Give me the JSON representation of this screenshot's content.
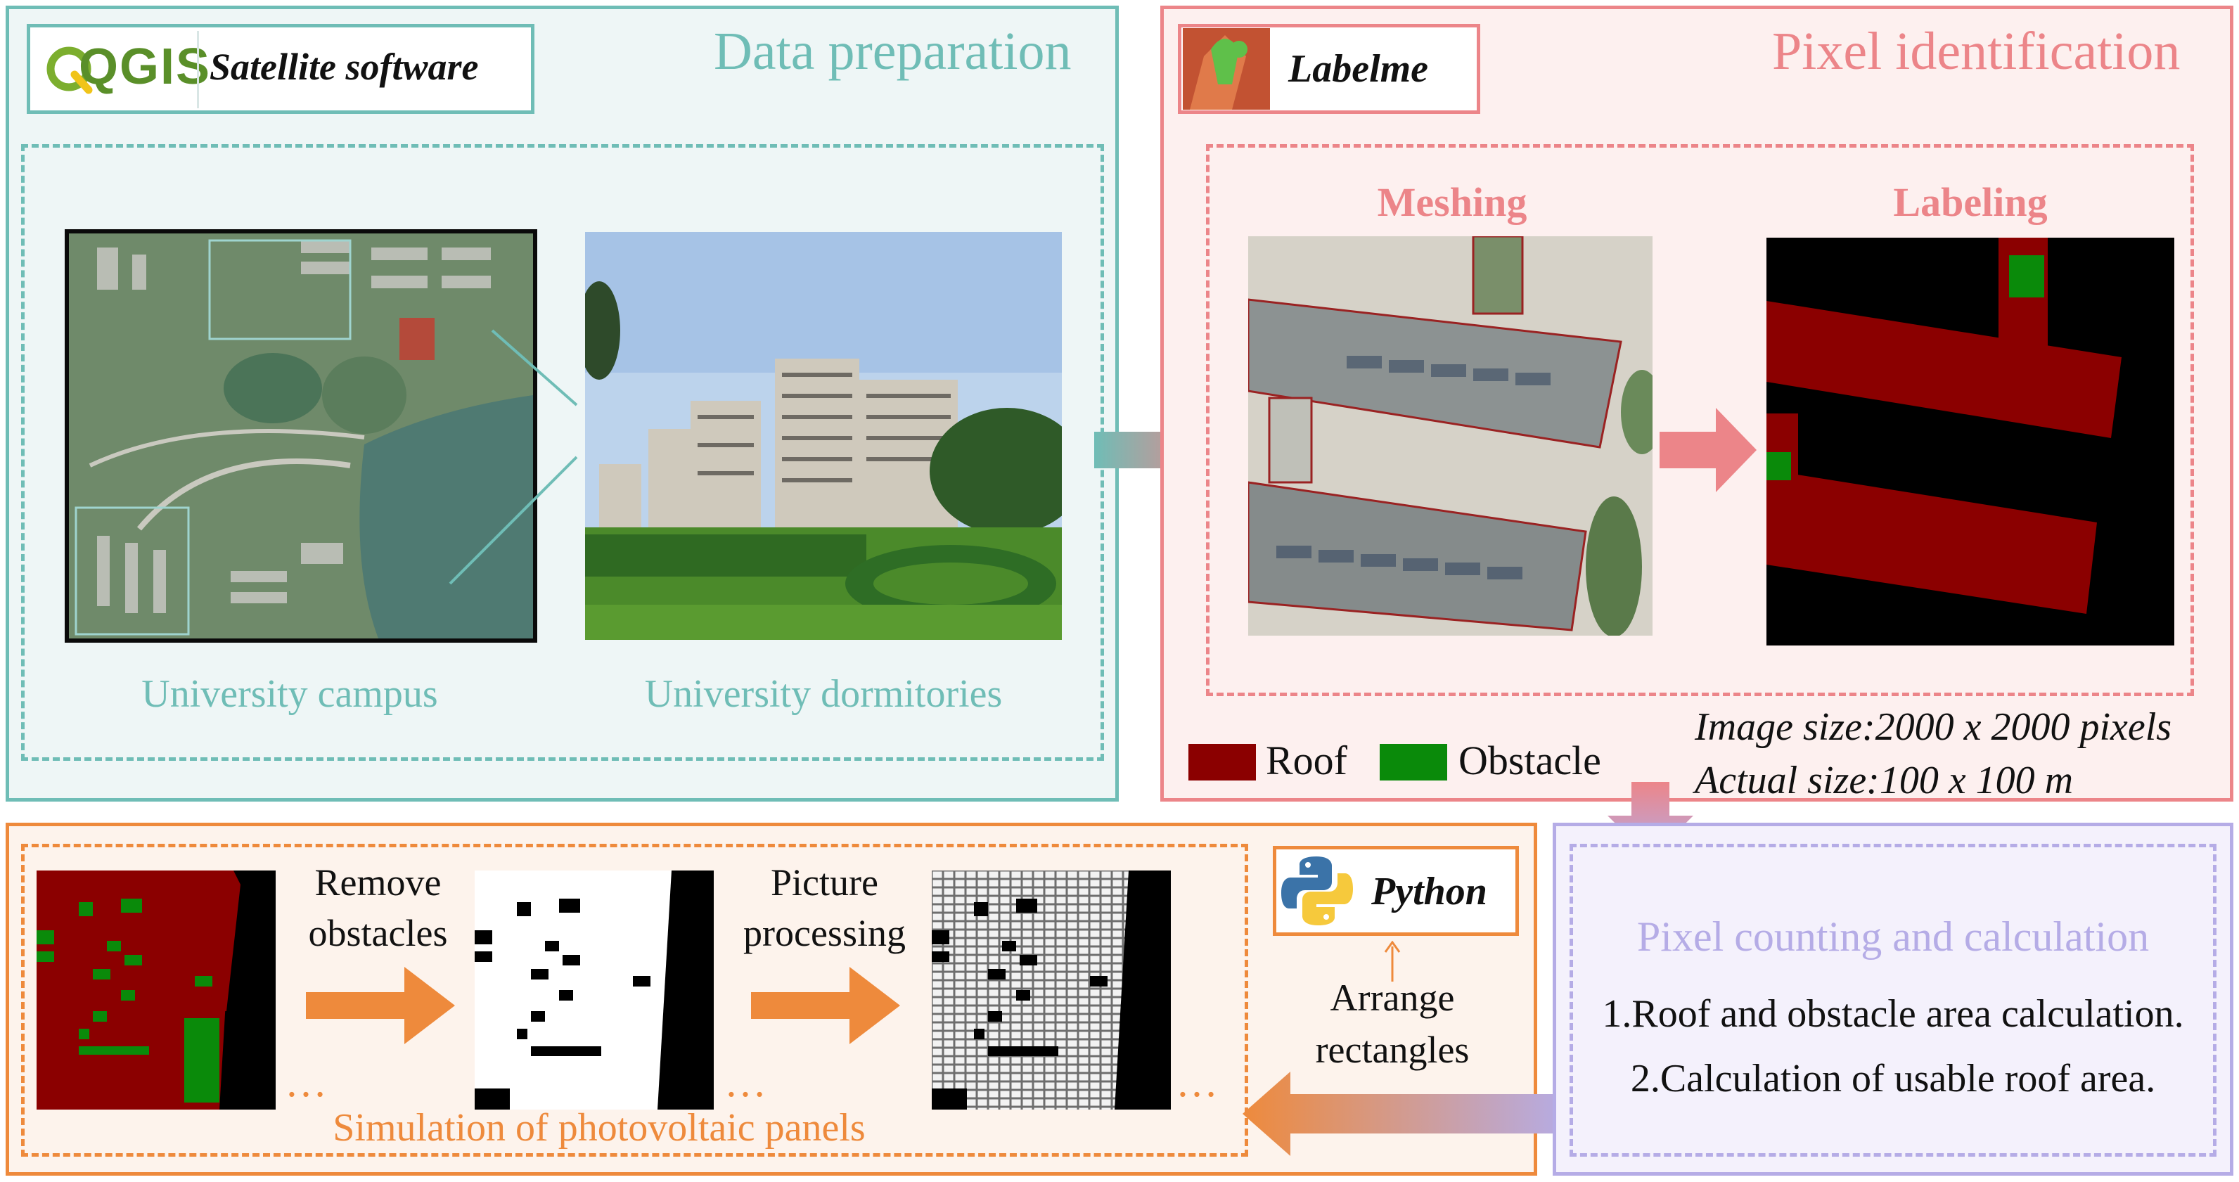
{
  "data_prep": {
    "title": "Data preparation",
    "software_label": "Satellite software",
    "qgis_logo_text": "QGIS",
    "campus_caption": "University campus",
    "dorm_caption": "University dormitories"
  },
  "pixel_id": {
    "title": "Pixel identification",
    "software_label": "Labelme",
    "meshing_label": "Meshing",
    "labeling_label": "Labeling",
    "legend": [
      {
        "label": "Roof",
        "color": "#8b0000"
      },
      {
        "label": "Obstacle",
        "color": "#0a8a0a"
      }
    ],
    "image_size": "Image size:2000 x 2000 pixels",
    "actual_size": "Actual size:100 x 100 m"
  },
  "simulation": {
    "caption": "Simulation of photovoltaic panels",
    "step1_line1": "Remove",
    "step1_line2": "obstacles",
    "step2_line1": "Picture",
    "step2_line2": "processing",
    "step3_line1": "Arrange",
    "step3_line2": "rectangles",
    "python_label": "Python",
    "ellipsis": "…"
  },
  "counting": {
    "title": "Pixel counting and calculation",
    "item1": "1.Roof and obstacle area calculation.",
    "item2": "2.Calculation of usable roof area."
  },
  "colors": {
    "teal": "#6fbdb6",
    "red": "#ec8589",
    "orange": "#ee8a3c",
    "purple": "#b5ace6",
    "roof": "#8b0000",
    "obstacle": "#0a8a0a"
  }
}
